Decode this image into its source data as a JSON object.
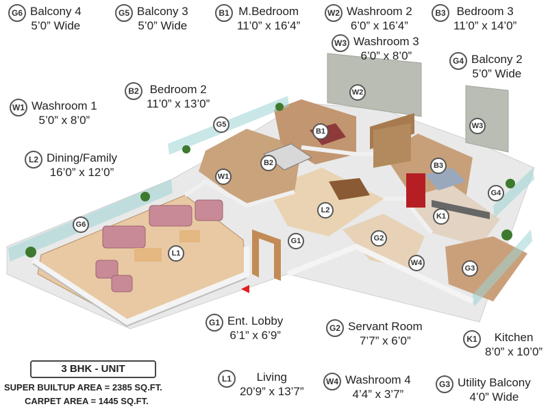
{
  "legend": [
    {
      "code": "G6",
      "name": "Balcony 4",
      "dim": "5’0” Wide"
    },
    {
      "code": "G5",
      "name": "Balcony 3",
      "dim": "5’0” Wide"
    },
    {
      "code": "B1",
      "name": "M.Bedroom",
      "dim": "11’0” x 16’4”"
    },
    {
      "code": "W2",
      "name": "Washroom 2",
      "dim": "6’0” x 16’4”"
    },
    {
      "code": "B3",
      "name": "Bedroom 3",
      "dim": "11’0” x 14’0”"
    },
    {
      "code": "W3",
      "name": "Washroom 3",
      "dim": "6’0” x 8’0”"
    },
    {
      "code": "G4",
      "name": "Balcony 2",
      "dim": "5’0” Wide"
    },
    {
      "code": "B2",
      "name": "Bedroom 2",
      "dim": "11’0” x 13’0”"
    },
    {
      "code": "W1",
      "name": "Washroom 1",
      "dim": "5’0” x 8’0”"
    },
    {
      "code": "L2",
      "name": "Dining/Family",
      "dim": "16’0” x 12’0”"
    },
    {
      "code": "G1",
      "name": "Ent. Lobby",
      "dim": "6’1” x 6’9”"
    },
    {
      "code": "G2",
      "name": "Servant Room",
      "dim": "7’7” x 6’0”"
    },
    {
      "code": "K1",
      "name": "Kitchen",
      "dim": "8’0” x 10’0”"
    },
    {
      "code": "L1",
      "name": "Living",
      "dim": "20’9” x 13’7”"
    },
    {
      "code": "W4",
      "name": "Washroom 4",
      "dim": "4’4” x 3’7”"
    },
    {
      "code": "G3",
      "name": "Utility Balcony",
      "dim": "4’0” Wide"
    }
  ],
  "plan_labels": [
    "W2",
    "W3",
    "B1",
    "G5",
    "G4",
    "B2",
    "B3",
    "W1",
    "L2",
    "K1",
    "G6",
    "G1",
    "G2",
    "L1",
    "W4",
    "G3"
  ],
  "unit": {
    "type": "3 BHK - UNIT",
    "super_builtup": "SUPER BUILTUP AREA = 2385 SQ.FT.",
    "carpet": "CARPET AREA = 1445 SQ.FT."
  },
  "colors": {
    "wall": "#f2f2f2",
    "floor": "#d9b48a",
    "glass": "#9ed3d6",
    "sofa": "#c98a97"
  }
}
